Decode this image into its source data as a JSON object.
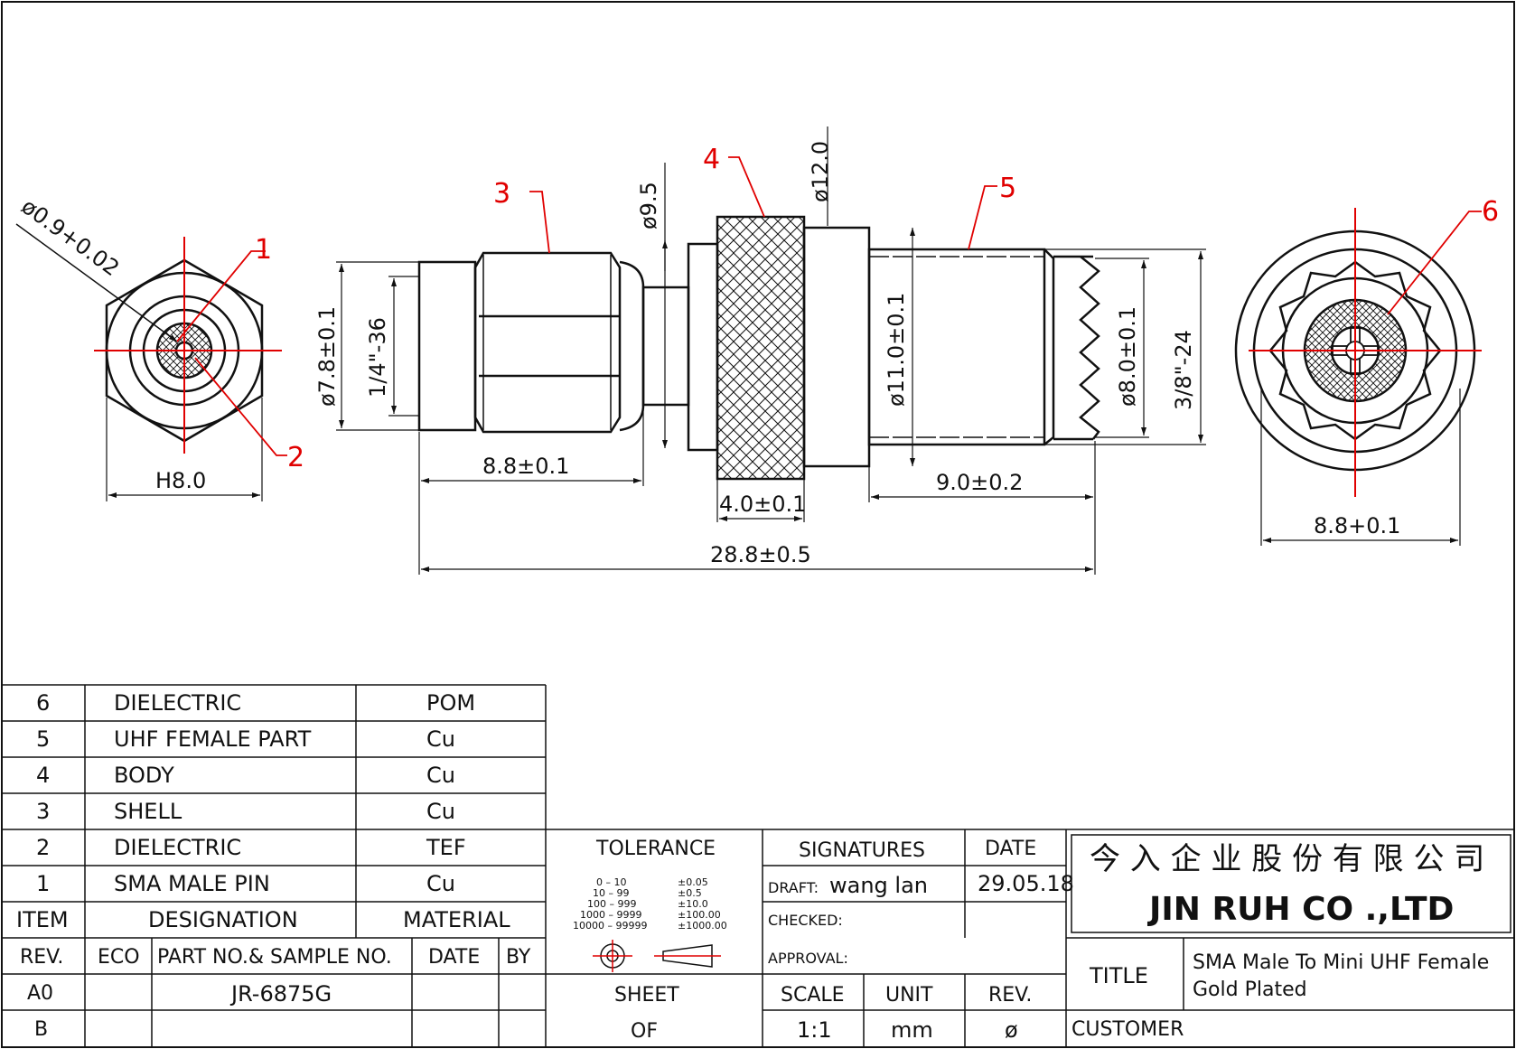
{
  "dimensions": {
    "hex_pin_dia": "ø0.9+0.02",
    "hex_width": "H8.0",
    "dia_7_8": "ø7.8±0.1",
    "thread_1_4": "1/4\"-36",
    "dia_9_5": "ø9.5",
    "len_8_8": "8.8±0.1",
    "dia_12": "ø12.0",
    "len_4_0": "4.0±0.1",
    "dia_11": "ø11.0±0.1",
    "dia_8_0": "ø8.0±0.1",
    "thread_3_8": "3/8\"-24",
    "len_9_0": "9.0±0.2",
    "len_total": "28.8±0.5",
    "end_dia": "8.8+0.1"
  },
  "balloons": [
    "1",
    "2",
    "3",
    "4",
    "5",
    "6"
  ],
  "bom": {
    "rows": [
      {
        "item": "6",
        "designation": "DIELECTRIC",
        "material": "POM"
      },
      {
        "item": "5",
        "designation": "UHF  FEMALE  PART",
        "material": "Cu"
      },
      {
        "item": "4",
        "designation": "BODY",
        "material": "Cu"
      },
      {
        "item": "3",
        "designation": "SHELL",
        "material": "Cu"
      },
      {
        "item": "2",
        "designation": "DIELECTRIC",
        "material": "TEF"
      },
      {
        "item": "1",
        "designation": "SMA  MALE  PIN",
        "material": "Cu"
      }
    ],
    "header": {
      "item": "ITEM",
      "designation": "DESIGNATION",
      "material": "MATERIAL"
    }
  },
  "revision": {
    "headers": [
      "REV.",
      "ECO",
      "PART NO.& SAMPLE NO.",
      "DATE",
      "BY"
    ],
    "rows": [
      {
        "rev": "A0",
        "part": "JR-6875G"
      },
      {
        "rev": "B",
        "part": ""
      }
    ]
  },
  "tolerance": {
    "title": "TOLERANCE",
    "ranges": [
      "0  –  10",
      "10  –  99",
      "100  –  999",
      "1000  –  9999",
      "10000  –  99999"
    ],
    "values": [
      "±0.05",
      "±0.5",
      "±10.0",
      "±100.00",
      "±1000.00"
    ]
  },
  "signatures": {
    "title": "SIGNATURES",
    "date_title": "DATE",
    "draft_label": "DRAFT:",
    "draft_name": "wang lan",
    "draft_date": "29.05.18",
    "checked": "CHECKED:",
    "approval": "APPROVAL:"
  },
  "company": {
    "chinese": "今 入 企 业 股 份 有 限 公 司",
    "english": "JIN  RUH  CO .,LTD"
  },
  "title_block": {
    "title_label": "TITLE",
    "title_line1": "SMA  Male  To  Mini  UHF  Female",
    "title_line2": "Gold  Plated",
    "customer_label": "CUSTOMER",
    "sheet_label": "SHEET",
    "of_label": "OF",
    "scale_label": "SCALE",
    "unit_label": "UNIT",
    "rev_label": "REV.",
    "scale_value": "1:1",
    "unit_value": "mm",
    "rev_value": "ø"
  }
}
